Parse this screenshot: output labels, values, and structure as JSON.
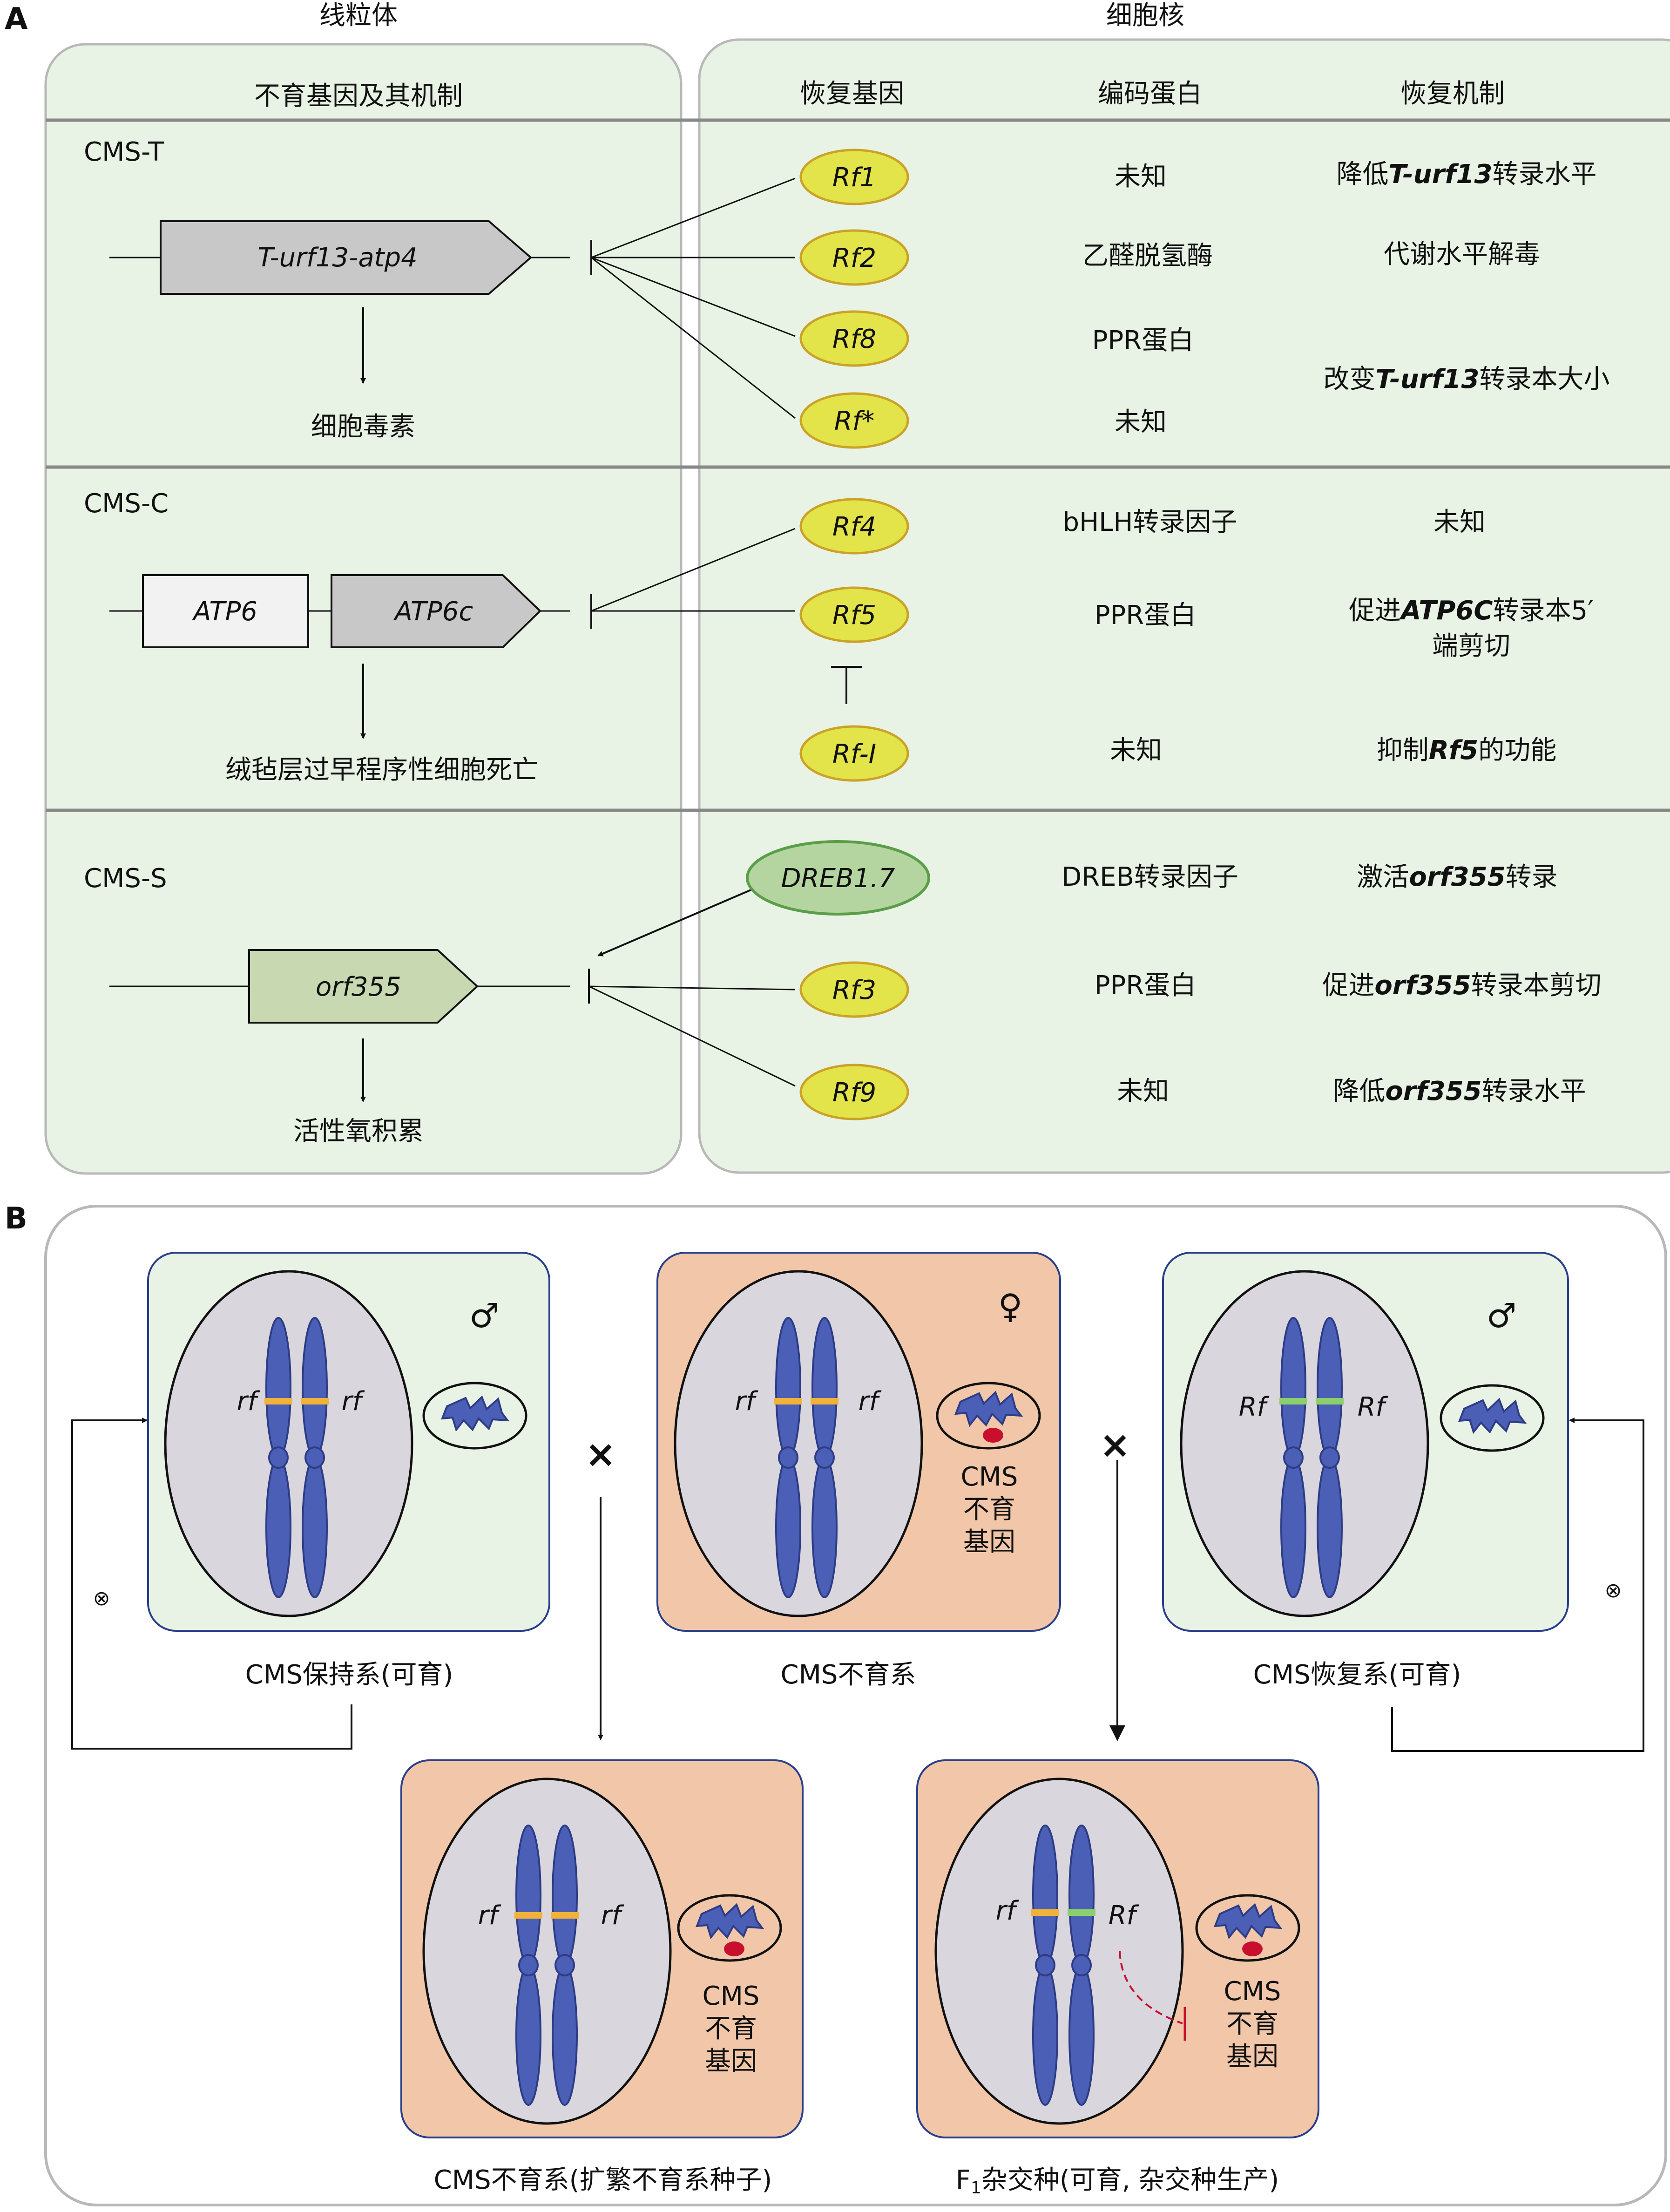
{
  "panel_a": {
    "letter": "A",
    "mito_title": "线粒体",
    "nucleus_title": "细胞核",
    "col_sterile": "不育基因及其机制",
    "col_restorer": "恢复基因",
    "col_protein": "编码蛋白",
    "col_mechanism": "恢复机制",
    "cms_t": {
      "label": "CMS-T",
      "gene": "T-urf13-atp4",
      "effect": "细胞毒素",
      "rows": [
        {
          "gene": "Rf1",
          "protein": "未知",
          "mech_pre": "降低",
          "mech_it": "T-urf13",
          "mech_post": "转录水平"
        },
        {
          "gene": "Rf2",
          "protein": "乙醛脱氢酶",
          "mech_pre": "代谢水平解毒",
          "mech_it": "",
          "mech_post": ""
        },
        {
          "gene": "Rf8",
          "protein": "PPR蛋白",
          "mech_pre": "",
          "mech_it": "",
          "mech_post": ""
        },
        {
          "gene": "Rf*",
          "protein": "未知",
          "mech_pre": "",
          "mech_it": "",
          "mech_post": ""
        }
      ],
      "shared_mech_pre": "改变",
      "shared_mech_it": "T-urf13",
      "shared_mech_post": "转录本大小"
    },
    "cms_c": {
      "label": "CMS-C",
      "gene1": "ATP6",
      "gene2": "ATP6c",
      "effect": "绒毡层过早程序性细胞死亡",
      "rows": [
        {
          "gene": "Rf4",
          "protein": "bHLH转录因子",
          "mech_pre": "未知",
          "mech_it": "",
          "mech_post": "",
          "mech_line2": ""
        },
        {
          "gene": "Rf5",
          "protein": "PPR蛋白",
          "mech_pre": "促进",
          "mech_it": "ATP6C",
          "mech_post": "转录本5′",
          "mech_line2": "端剪切"
        },
        {
          "gene": "Rf-I",
          "protein": "未知",
          "mech_pre": "抑制",
          "mech_it": "Rf5",
          "mech_post": "的功能",
          "mech_line2": ""
        }
      ]
    },
    "cms_s": {
      "label": "CMS-S",
      "gene": "orf355",
      "effect": "活性氧积累",
      "rows": [
        {
          "gene": "DREB1.7",
          "protein": "DREB转录因子",
          "mech_pre": "激活",
          "mech_it": "orf355",
          "mech_post": "转录"
        },
        {
          "gene": "Rf3",
          "protein": "PPR蛋白",
          "mech_pre": "促进",
          "mech_it": "orf355",
          "mech_post": "转录本剪切"
        },
        {
          "gene": "Rf9",
          "protein": "未知",
          "mech_pre": "降低",
          "mech_it": "orf355",
          "mech_post": "转录水平"
        }
      ]
    }
  },
  "panel_b": {
    "letter": "B",
    "cross_symbol": "×",
    "self_symbol": "⊗",
    "male_symbol": "♂",
    "female_symbol": "♀",
    "cms_gene_lines": [
      "CMS",
      "不育",
      "基因"
    ],
    "maintainer": {
      "caption": "CMS保持系(可育)",
      "left": "rf",
      "right": "rf"
    },
    "sterile": {
      "caption": "CMS不育系",
      "left": "rf",
      "right": "rf"
    },
    "restorer": {
      "caption": "CMS恢复系(可育)",
      "left": "Rf",
      "right": "Rf"
    },
    "propagation": {
      "caption": "CMS不育系(扩繁不育系种子)",
      "left": "rf",
      "right": "rf"
    },
    "hybrid": {
      "caption_pre": "F",
      "caption_sub": "1",
      "caption_post": "杂交种(可育, 杂交种生产)",
      "left": "rf",
      "right": "Rf"
    },
    "colors": {
      "panel_green": "#e9f3e5",
      "panel_peach": "#f2c7a9",
      "chromosome": "#4a5fb5",
      "band_rf": "#f0b23a",
      "band_Rf": "#8ccf6c",
      "restorer_gene": "#e3e34a",
      "dreb_gene": "#b5d5a0",
      "cms_dot": "#c8102e"
    }
  }
}
